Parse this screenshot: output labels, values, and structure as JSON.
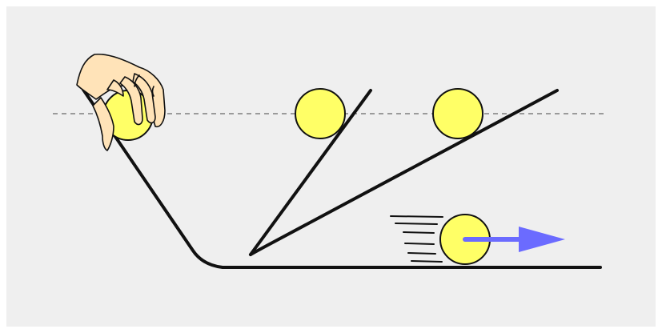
{
  "figure": {
    "background_color": "#efefef",
    "track_color": "#111111",
    "ball_color": "#ffff66",
    "ball_outline_color": "#111111",
    "arrow_color": "#6b6bff",
    "reference_line_color": "#444444",
    "skin_color": "#ffe3b8",
    "hand_icon": "hand-icon",
    "ramps": [
      {
        "name": "release-ramp"
      },
      {
        "name": "steep-ramp"
      },
      {
        "name": "shallow-ramp"
      },
      {
        "name": "flat-track"
      }
    ],
    "balls": [
      {
        "name": "ball-held"
      },
      {
        "name": "ball-steep"
      },
      {
        "name": "ball-shallow"
      },
      {
        "name": "ball-flat"
      }
    ]
  }
}
